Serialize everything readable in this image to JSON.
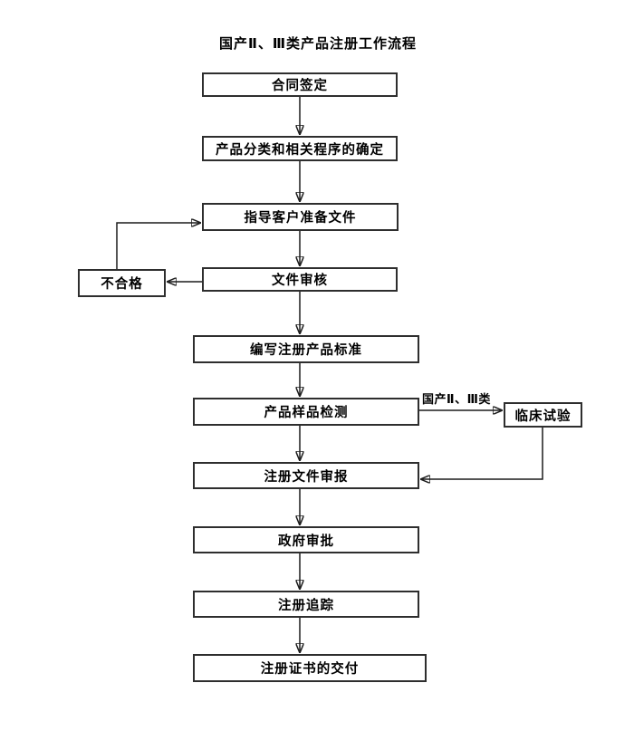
{
  "title": "国产Ⅱ、Ⅲ类产品注册工作流程",
  "branch_label": "国产Ⅱ、Ⅲ类",
  "nodes": {
    "contract": {
      "label": "合同签定"
    },
    "classification": {
      "label": "产品分类和相关程序的确定"
    },
    "guide": {
      "label": "指导客户准备文件"
    },
    "review": {
      "label": "文件审核"
    },
    "unqualified": {
      "label": "不合格"
    },
    "standard": {
      "label": "编写注册产品标准"
    },
    "sample": {
      "label": "产品样品检测"
    },
    "clinical": {
      "label": "临床试验"
    },
    "submission": {
      "label": "注册文件审报"
    },
    "government": {
      "label": "政府审批"
    },
    "tracking": {
      "label": "注册追踪"
    },
    "delivery": {
      "label": "注册证书的交付"
    }
  },
  "edges": [
    {
      "from": "合同签定",
      "to": "产品分类和相关程序的确定"
    },
    {
      "from": "产品分类和相关程序的确定",
      "to": "指导客户准备文件"
    },
    {
      "from": "指导客户准备文件",
      "to": "文件审核"
    },
    {
      "from": "文件审核",
      "to": "不合格"
    },
    {
      "from": "不合格",
      "to": "指导客户准备文件"
    },
    {
      "from": "文件审核",
      "to": "编写注册产品标准"
    },
    {
      "from": "编写注册产品标准",
      "to": "产品样品检测"
    },
    {
      "from": "产品样品检测",
      "to": "临床试验",
      "label": "国产Ⅱ、Ⅲ类"
    },
    {
      "from": "临床试验",
      "to": "注册文件审报"
    },
    {
      "from": "产品样品检测",
      "to": "注册文件审报"
    },
    {
      "from": "注册文件审报",
      "to": "政府审批"
    },
    {
      "from": "政府审批",
      "to": "注册追踪"
    },
    {
      "from": "注册追踪",
      "to": "注册证书的交付"
    }
  ],
  "colors": {
    "background": "#ffffff",
    "line": "#1c1c1c",
    "text": "#000000"
  }
}
